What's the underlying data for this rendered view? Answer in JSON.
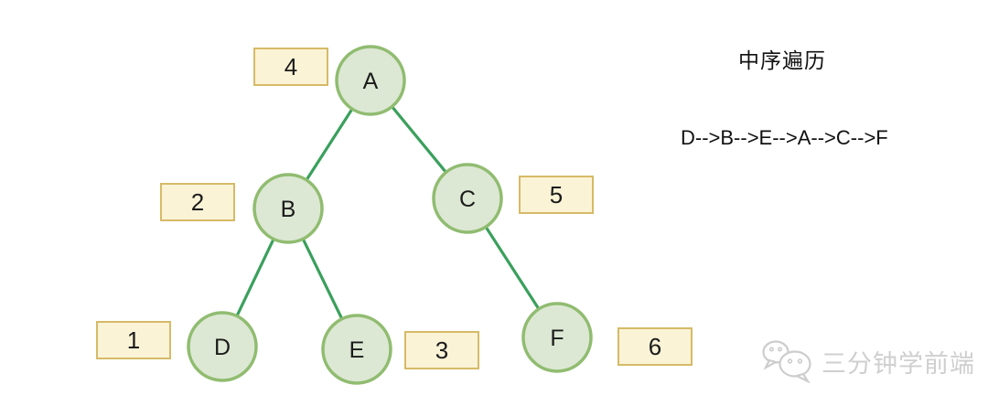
{
  "diagram": {
    "type": "binary-tree",
    "nodes": [
      {
        "label": "A",
        "order": "4"
      },
      {
        "label": "B",
        "order": "2"
      },
      {
        "label": "C",
        "order": "5"
      },
      {
        "label": "D",
        "order": "1"
      },
      {
        "label": "E",
        "order": "3"
      },
      {
        "label": "F",
        "order": "6"
      }
    ],
    "edges": [
      "A-B",
      "A-C",
      "B-D",
      "B-E",
      "C-F"
    ]
  },
  "annotation": {
    "title": "中序遍历",
    "sequence": "D-->B-->E-->A-->C-->F"
  },
  "watermark": {
    "icon": "wechat-chat-bubbles-icon",
    "text": "三分钟学前端"
  },
  "colors": {
    "node_fill": "#dce8d3",
    "node_border": "#90bc70",
    "edge": "#3aa05c",
    "box_fill": "#fbf3d6",
    "box_border": "#d6ba67",
    "text": "#1b1b1b",
    "watermark": "#cfcfcf",
    "background": "#ffffff"
  }
}
